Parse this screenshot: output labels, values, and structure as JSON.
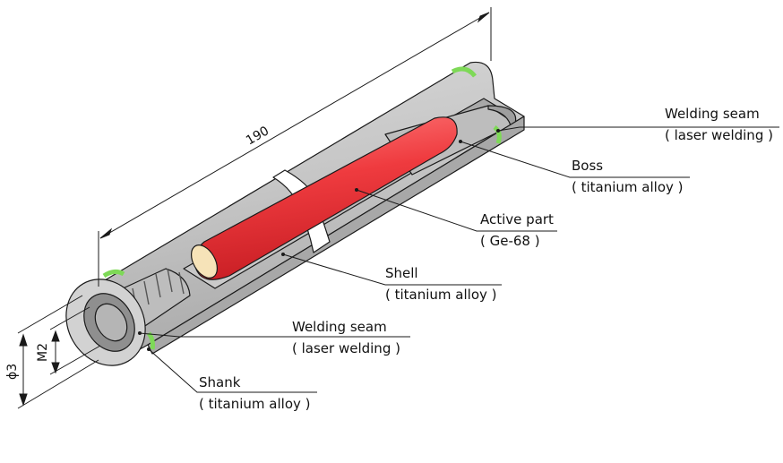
{
  "diagram": {
    "dimensions": {
      "length": "190",
      "outer_diameter": "ϕ3",
      "thread": "M2"
    },
    "callouts": [
      {
        "id": "welding-seam-top",
        "title": "Welding seam",
        "detail": "( laser welding )"
      },
      {
        "id": "boss",
        "title": "Boss",
        "detail": "( titanium alloy )"
      },
      {
        "id": "active-part",
        "title": "Active part",
        "detail": "( Ge-68 )"
      },
      {
        "id": "shell",
        "title": "Shell",
        "detail": "( titanium alloy )"
      },
      {
        "id": "welding-seam-bottom",
        "title": "Welding seam",
        "detail": "( laser welding )"
      },
      {
        "id": "shank",
        "title": "Shank",
        "detail": "( titanium alloy )"
      }
    ],
    "colors": {
      "metal": "#c8c8c8",
      "metal_dark": "#9e9e9e",
      "metal_light": "#e4e4e4",
      "active": "#e8333a",
      "weld": "#7ed957",
      "outline": "#1a1a1a"
    }
  }
}
